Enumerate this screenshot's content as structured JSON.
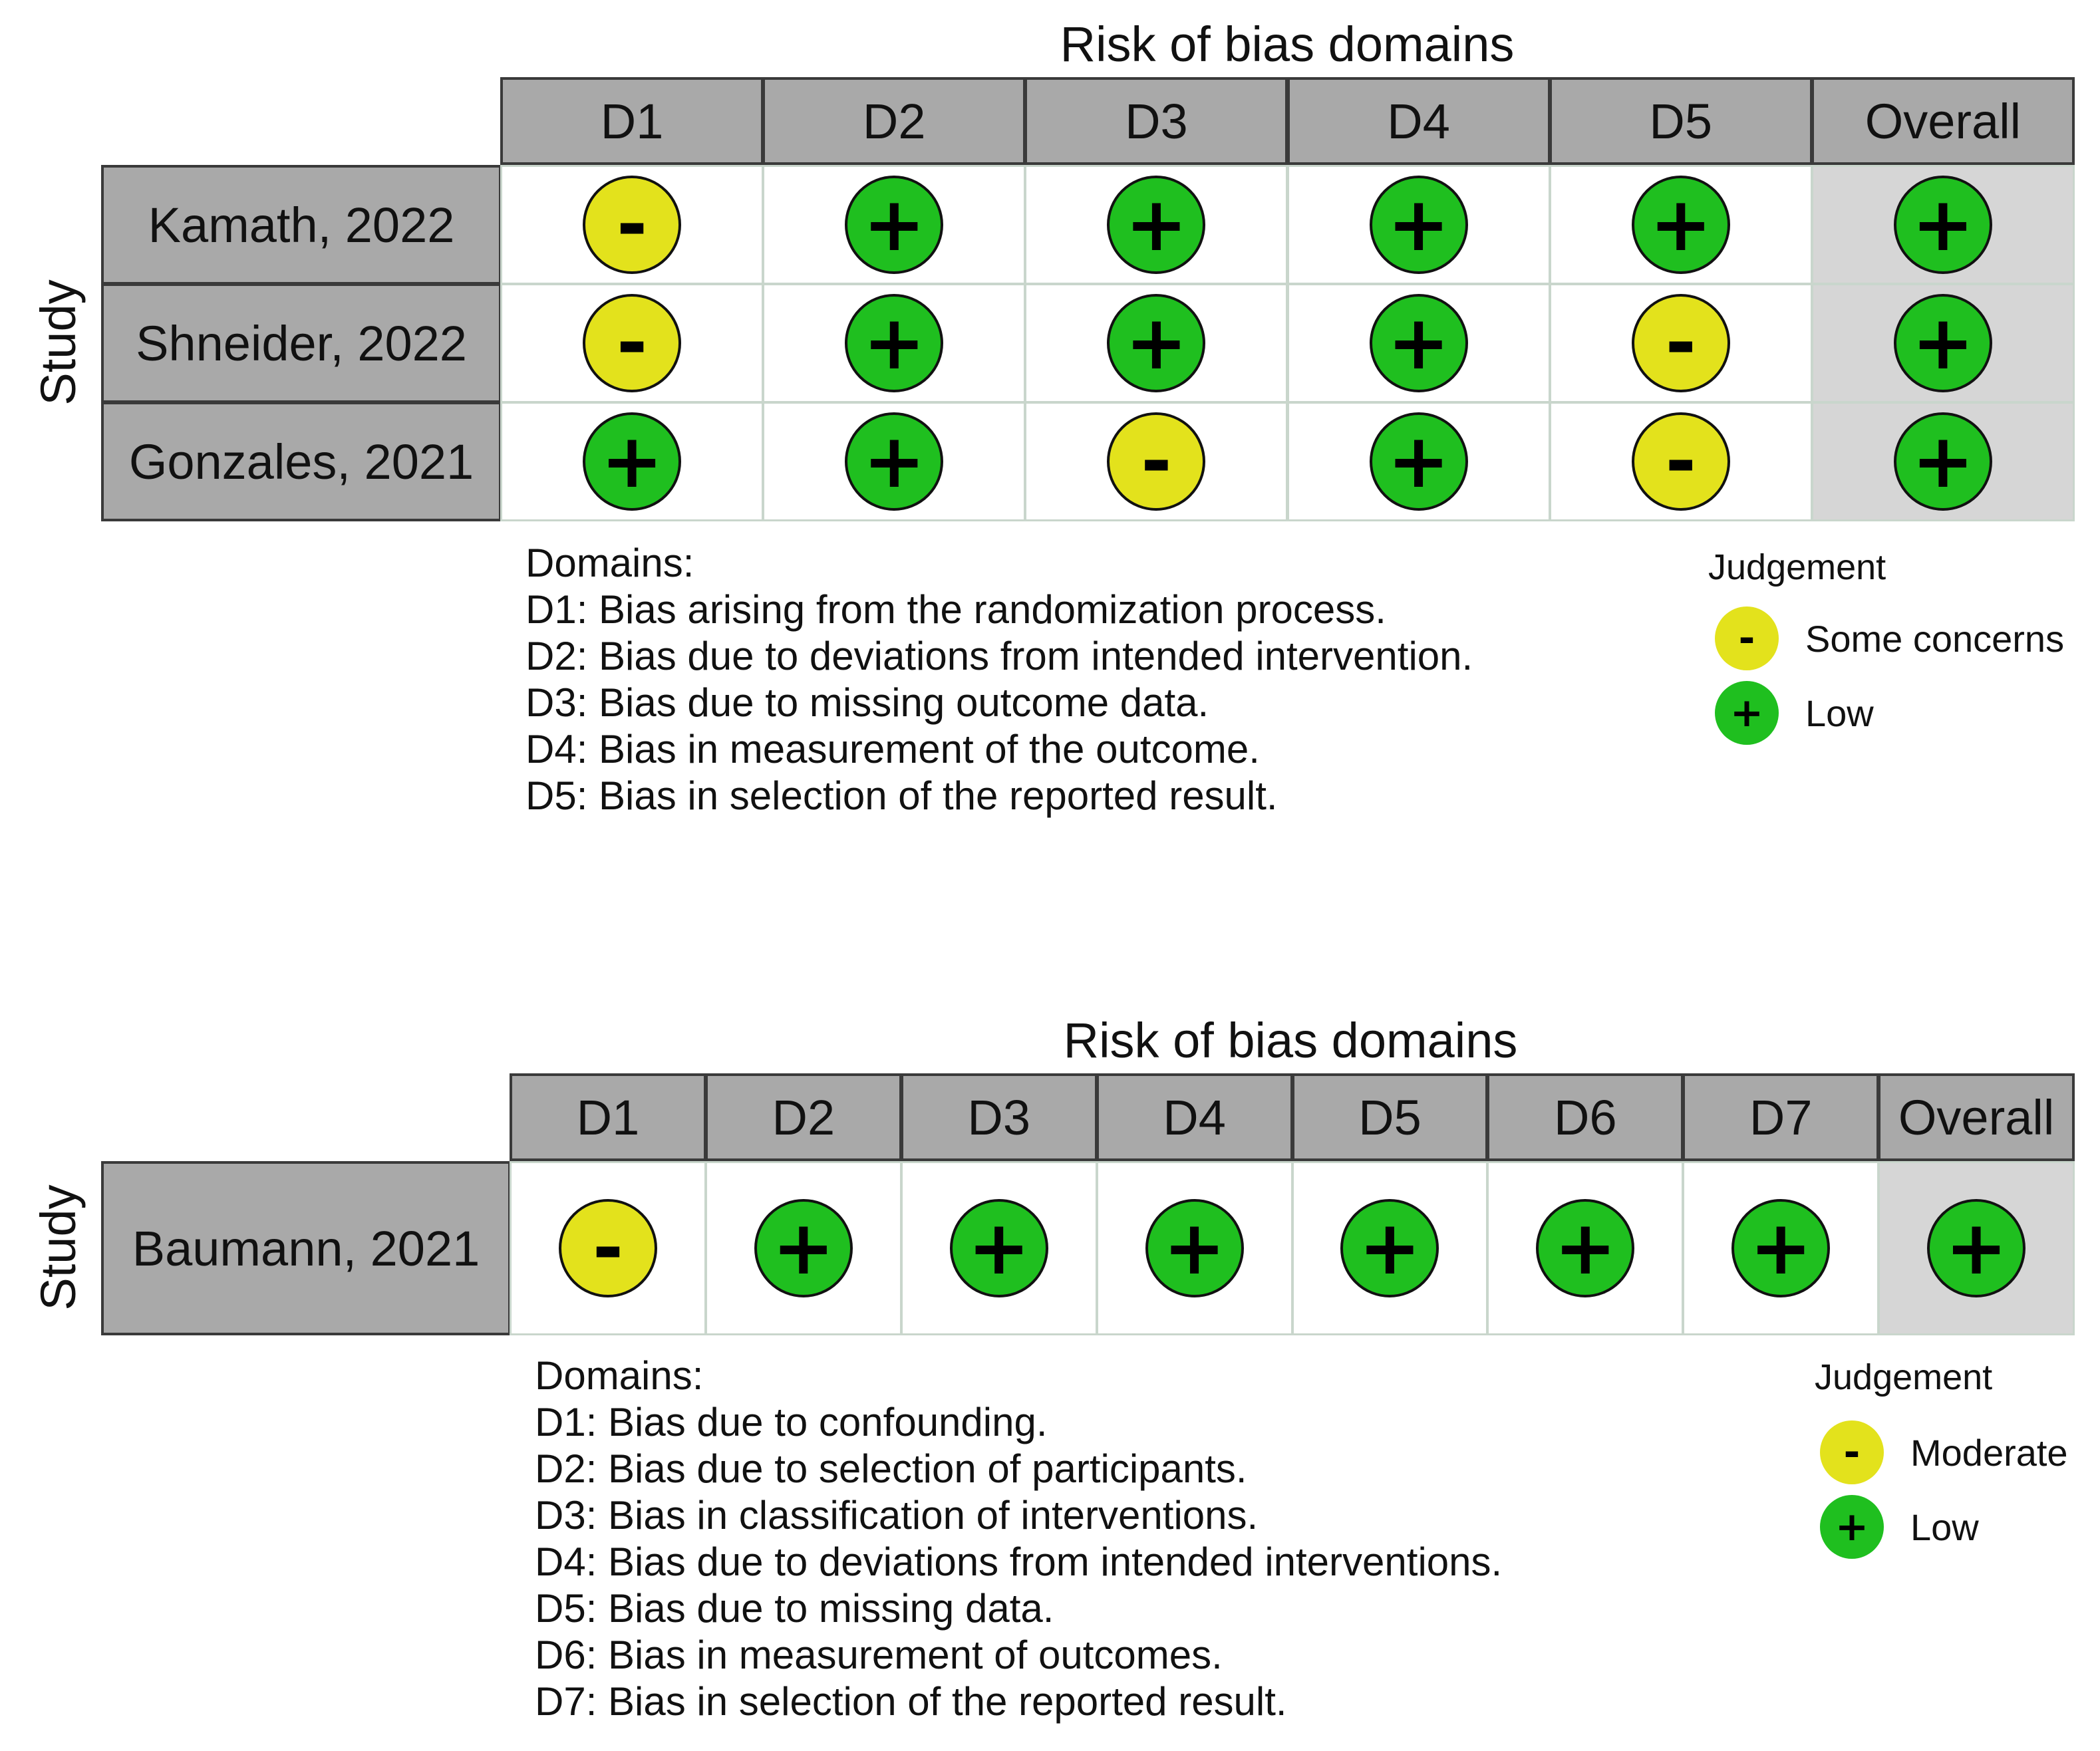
{
  "colors": {
    "low": "#1fbf1f",
    "concern": "#e3e21c",
    "header_bg": "#a9a9a9",
    "overall_bg": "#d6d6d6"
  },
  "symbols": {
    "low": "+",
    "concern": "-"
  },
  "panels": [
    {
      "title": "Risk of bias domains",
      "y_axis_label": "Study",
      "columns": [
        "D1",
        "D2",
        "D3",
        "D4",
        "D5",
        "Overall"
      ],
      "studies": [
        {
          "name": "Kamath, 2022",
          "judgements": [
            "concern",
            "low",
            "low",
            "low",
            "low",
            "low"
          ]
        },
        {
          "name": "Shneider, 2022",
          "judgements": [
            "concern",
            "low",
            "low",
            "low",
            "concern",
            "low"
          ]
        },
        {
          "name": "Gonzales, 2021",
          "judgements": [
            "low",
            "low",
            "concern",
            "low",
            "concern",
            "low"
          ]
        }
      ],
      "domains_heading": "Domains:",
      "domains": [
        "D1: Bias arising from the randomization process.",
        "D2: Bias due to deviations from intended intervention.",
        "D3: Bias due to missing outcome data.",
        "D4: Bias in measurement of the outcome.",
        "D5: Bias in selection of the reported result."
      ],
      "judgement_title": "Judgement",
      "legend": [
        {
          "key": "concern",
          "label": "Some concerns"
        },
        {
          "key": "low",
          "label": "Low"
        }
      ]
    },
    {
      "title": "Risk of bias domains",
      "y_axis_label": "Study",
      "columns": [
        "D1",
        "D2",
        "D3",
        "D4",
        "D5",
        "D6",
        "D7",
        "Overall"
      ],
      "studies": [
        {
          "name": "Baumann, 2021",
          "judgements": [
            "concern",
            "low",
            "low",
            "low",
            "low",
            "low",
            "low",
            "low"
          ]
        }
      ],
      "domains_heading": "Domains:",
      "domains": [
        "D1: Bias due to confounding.",
        "D2: Bias due to selection of participants.",
        "D3: Bias in classification of interventions.",
        "D4: Bias due to deviations from intended interventions.",
        "D5: Bias due to missing data.",
        "D6: Bias in measurement of outcomes.",
        "D7: Bias in selection of the reported result."
      ],
      "judgement_title": "Judgement",
      "legend": [
        {
          "key": "concern",
          "label": "Moderate"
        },
        {
          "key": "low",
          "label": "Low"
        }
      ]
    }
  ],
  "chart_data": [
    {
      "type": "table",
      "title": "Risk of bias domains",
      "ylabel": "Study",
      "columns": [
        "D1",
        "D2",
        "D3",
        "D4",
        "D5",
        "Overall"
      ],
      "rows": [
        "Kamath, 2022",
        "Shneider, 2022",
        "Gonzales, 2021"
      ],
      "values": [
        [
          "-",
          "+",
          "+",
          "+",
          "+",
          "+"
        ],
        [
          "-",
          "+",
          "+",
          "+",
          "-",
          "+"
        ],
        [
          "+",
          "+",
          "-",
          "+",
          "-",
          "+"
        ]
      ],
      "legend": {
        "-": "Some concerns",
        "+": "Low"
      }
    },
    {
      "type": "table",
      "title": "Risk of bias domains",
      "ylabel": "Study",
      "columns": [
        "D1",
        "D2",
        "D3",
        "D4",
        "D5",
        "D6",
        "D7",
        "Overall"
      ],
      "rows": [
        "Baumann, 2021"
      ],
      "values": [
        [
          "-",
          "+",
          "+",
          "+",
          "+",
          "+",
          "+",
          "+"
        ]
      ],
      "legend": {
        "-": "Moderate",
        "+": "Low"
      }
    }
  ]
}
